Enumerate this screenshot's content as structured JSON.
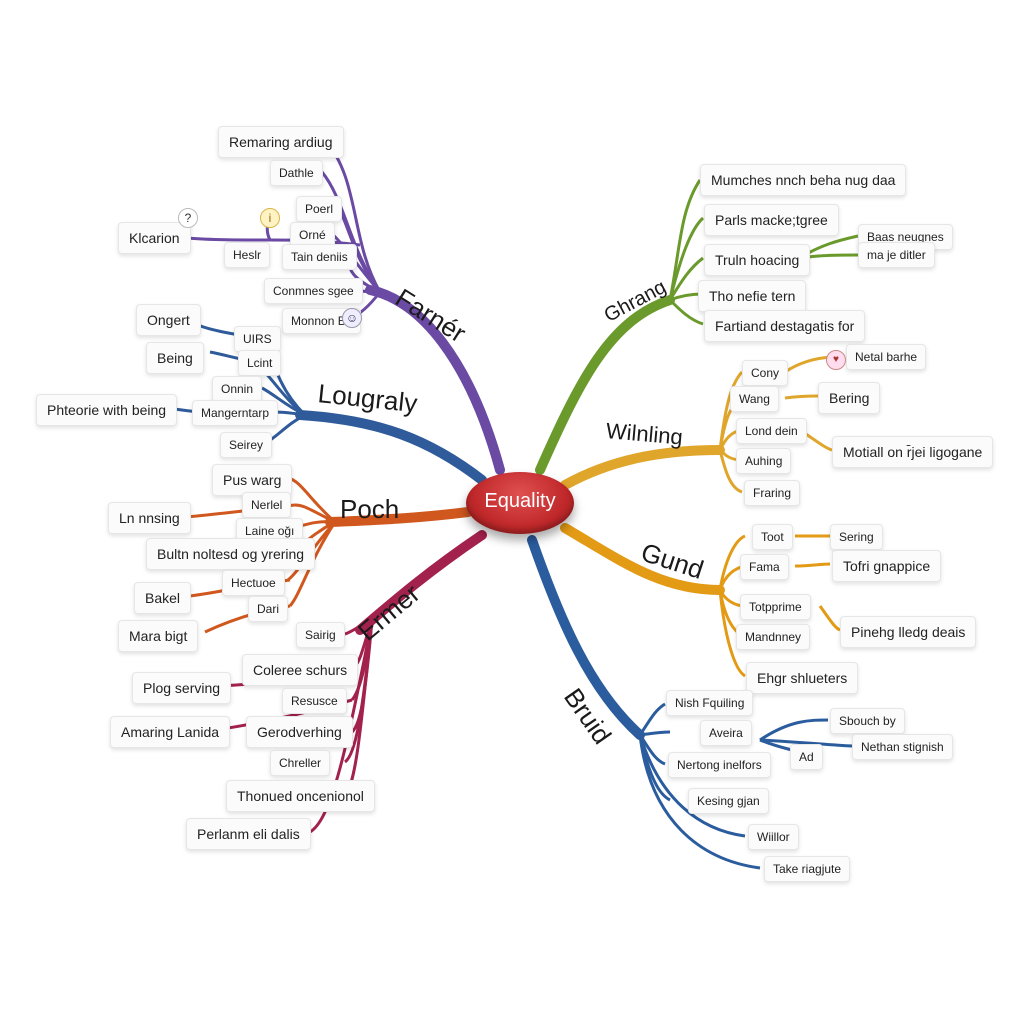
{
  "center": {
    "label": "Equality"
  },
  "colors": {
    "purple": "#6a4aa3",
    "blue": "#2f5b9b",
    "orange": "#d0581e",
    "crimson": "#a3214d",
    "green": "#6b9a2c",
    "gold": "#e0a62b",
    "amber": "#e39a15",
    "navy": "#2a5c9e",
    "center": "#c0282a"
  },
  "branches": {
    "farner": {
      "label": "Farnér",
      "leaves": [
        "Remaring ardiug",
        "Dathle",
        "Poerl",
        "Orné",
        "Heslr",
        "Tain deniis",
        "Conmnes sgee",
        "Monnon Ba"
      ],
      "extra": "Klcarion"
    },
    "lougraly": {
      "label": "Lougraly",
      "leaves": [
        "Ongert",
        "UIRS",
        "Being",
        "Lcint",
        "Onnin",
        "Phteorie with being",
        "Mangerntarp",
        "Seirey"
      ]
    },
    "poch": {
      "label": "Poch",
      "leaves": [
        "Pus warg",
        "Nerlel",
        "Ln nnsing",
        "Laine oğı",
        "Bultn noltesd og yrering",
        "Hectuoe",
        "Bakel",
        "Dari",
        "Mara bigt"
      ]
    },
    "ermer": {
      "label": "Ermer",
      "leaves": [
        "Sairig",
        "Coleree schurs",
        "Plog serving",
        "Resusce",
        "Amaring Lanida",
        "Gerodverhing",
        "Chreller",
        "Thonued oncenionol",
        "Perlanm eli dalis"
      ]
    },
    "ghrang": {
      "label": "Ghrang",
      "leaves": [
        "Mumches nnch beha nug daa",
        "Parls macke;tgree",
        "Truln hoacing",
        "Baas neugnes",
        "ma je ditler",
        "Tho nefie tern",
        "Fartiand destagatis for"
      ]
    },
    "wilning": {
      "label": "Wilnling",
      "leaves": [
        "Cony",
        "Netal barhe",
        "Wang",
        "Bering",
        "Lond dein",
        "Auhing",
        "Motiall on r̄jei ligogane",
        "Fraring"
      ]
    },
    "gund": {
      "label": "Gund",
      "leaves": [
        "Toot",
        "Sering",
        "Fama",
        "Tofri gnappice",
        "Totpprime",
        "Mandnney",
        "Pinehg lledg deais",
        "Ehgr shlueters"
      ]
    },
    "bruid": {
      "label": "Bruid",
      "leaves": [
        "Nish Fquiling",
        "Sbouch by",
        "Aveira",
        "Ad",
        "Nethan stignish",
        "Nertong inelfors",
        "Kesing gjan",
        "Wiillor",
        "Take riagjute"
      ]
    }
  }
}
